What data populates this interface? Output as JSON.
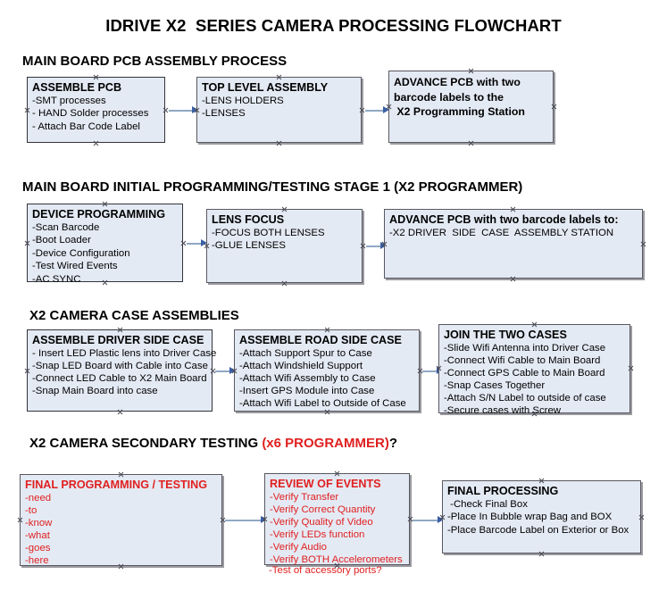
{
  "document": {
    "title": "IDRIVE X2  SERIES CAMERA PROCESSING FLOWCHART"
  },
  "sections": [
    {
      "heading": "MAIN BOARD PCB ASSEMBLY PROCESS",
      "heading_red": "",
      "heading_tail": "",
      "boxes": [
        {
          "title": "ASSEMBLE PCB",
          "lines": [
            "-SMT processes",
            "- HAND Solder processes",
            "- Attach Bar Code Label"
          ]
        },
        {
          "title": "TOP LEVEL ASSEMBLY",
          "lines": [
            "-LENS HOLDERS",
            "-LENSES"
          ]
        },
        {
          "title": "",
          "lines": [
            "ADVANCE PCB with two",
            "barcode labels to the",
            " X2 Programming Station"
          ]
        }
      ]
    },
    {
      "heading": "MAIN BOARD INITIAL PROGRAMMING/TESTING STAGE 1 (X2 PROGRAMMER)",
      "heading_red": "",
      "heading_tail": "",
      "boxes": [
        {
          "title": "DEVICE PROGRAMMING",
          "lines": [
            "-Scan Barcode",
            "-Boot Loader",
            "-Device Configuration",
            "-Test Wired Events",
            "-AC SYNC"
          ]
        },
        {
          "title": "LENS FOCUS",
          "lines": [
            "-FOCUS BOTH LENSES",
            "-GLUE LENSES"
          ]
        },
        {
          "title": "ADVANCE PCB with two barcode labels to:",
          "lines": [
            "-X2 DRIVER  SIDE  CASE  ASSEMBLY STATION"
          ]
        }
      ]
    },
    {
      "heading": "X2 CAMERA CASE ASSEMBLIES",
      "heading_red": "",
      "heading_tail": "",
      "boxes": [
        {
          "title": "ASSEMBLE DRIVER SIDE CASE",
          "lines": [
            "- Insert LED Plastic lens into Driver Case",
            "-Snap LED Board with Cable into Case",
            "-Connect LED Cable to X2 Main Board",
            "-Snap Main Board into case"
          ]
        },
        {
          "title": "ASSEMBLE ROAD SIDE CASE",
          "lines": [
            "-Attach Support Spur to Case",
            "-Attach Windshield Support",
            "-Attach Wifi Assembly to Case",
            "-Insert GPS Module into Case",
            "-Attach Wifi Label to Outside of Case"
          ]
        },
        {
          "title": "JOIN THE TWO CASES",
          "lines": [
            "-Slide Wifi Antenna into Driver Case",
            "-Connect Wifi Cable to Main Board",
            "-Connect GPS Cable to Main Board",
            "-Snap Cases Together",
            "-Attach S/N Label to outside of case",
            "-Secure cases with Screw"
          ]
        }
      ]
    },
    {
      "heading": "X2 CAMERA SECONDARY TESTING ",
      "heading_red": "(x6 PROGRAMMER)",
      "heading_tail": "?",
      "boxes": [
        {
          "title": "FINAL PROGRAMMING / TESTING",
          "lines": [
            "-need",
            "-to",
            "-know",
            "-what",
            "-goes",
            "-here"
          ]
        },
        {
          "title": "REVIEW OF EVENTS",
          "lines": [
            "-Verify Transfer",
            "-Verify Correct Quantity",
            "-Verify Quality of Video",
            "-Verify LEDs function",
            "-Verify Audio",
            "-Verify BOTH Accelerometers"
          ],
          "overflow_line": "-Test of accessory ports?"
        },
        {
          "title": "FINAL PROCESSING",
          "lines": [
            " -Check Final Box",
            "-Place In Bubble wrap Bag and BOX",
            "-Place Barcode Label on Exterior or Box"
          ]
        }
      ]
    }
  ],
  "colors": {
    "box_fill": "#e4eaf4",
    "box_border": "#33333a",
    "connector": "#8fa8c4",
    "arrow": "#3b5fa4",
    "red_text": "#e02020",
    "background": "#ffffff"
  }
}
